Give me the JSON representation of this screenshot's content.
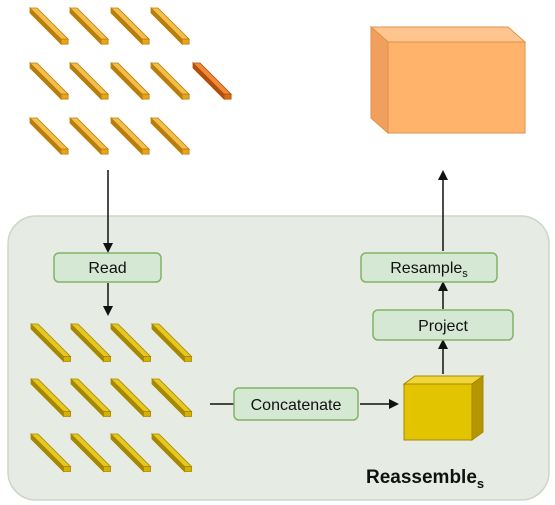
{
  "colors": {
    "panel_fill": "#e6ebe3",
    "panel_stroke": "#cdd6c6",
    "box_fill": "#d5e8d4",
    "box_stroke": "#82b366",
    "token_orange": "#e8a31a",
    "token_orange_dark": "#b87d0a",
    "token_orange_light": "#f3bf4a",
    "token_highlight": "#e06a14",
    "token_highlight_dark": "#b24e08",
    "token_highlight_light": "#f08a3a",
    "token_yellow": "#d4b000",
    "token_yellow_dark": "#a68800",
    "token_yellow_light": "#e6c81e",
    "block_yellow": "#e2c400",
    "block_orange": "#ffb36b",
    "block_orange_dark": "#e0914a",
    "arrow": "#111111"
  },
  "boxes": {
    "read": "Read",
    "concatenate": "Concatenate",
    "project": "Project",
    "resample": "Resample",
    "resample_sub": "s"
  },
  "title": {
    "main": "Reassemble",
    "sub": "s"
  },
  "icons": {
    "input_tokens": "token-grid-orange",
    "read_tokens": "token-grid-yellow",
    "concat_block": "feature-block-yellow",
    "output_block": "feature-map-orange"
  }
}
